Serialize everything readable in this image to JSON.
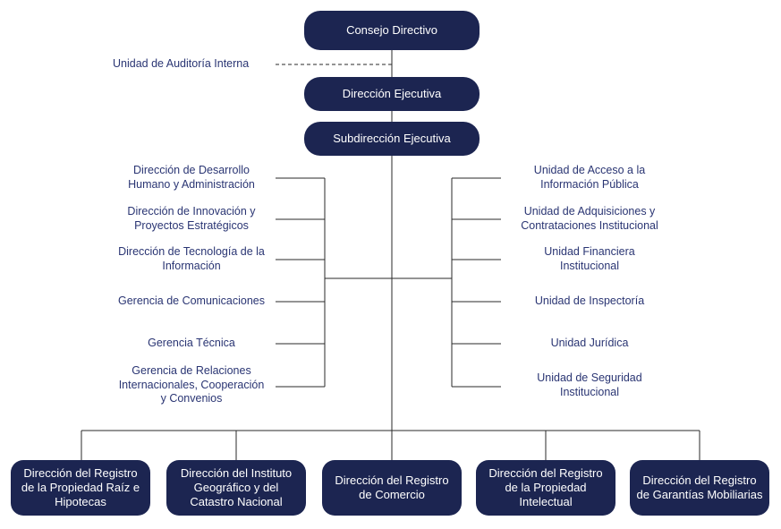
{
  "top": {
    "consejo": "Consejo Directivo",
    "auditoria": "Unidad de Auditoría Interna",
    "ejecutiva": "Dirección Ejecutiva",
    "subdireccion": "Subdirección Ejecutiva"
  },
  "left_units": [
    "Dirección de Desarrollo\nHumano y Administración",
    "Dirección de Innovación y\nProyectos Estratégicos",
    "Dirección de Tecnología de la\nInformación",
    "Gerencia de Comunicaciones",
    "Gerencia Técnica",
    "Gerencia de Relaciones\nInternacionales, Cooperación\ny Convenios"
  ],
  "right_units": [
    "Unidad de Acceso a la\nInformación Pública",
    "Unidad de Adquisiciones y\nContrataciones Institucional",
    "Unidad Financiera\nInstitucional",
    "Unidad de Inspectoría",
    "Unidad Jurídica",
    "Unidad de Seguridad\nInstitucional"
  ],
  "bottom_units": [
    "Dirección del Registro\nde la Propiedad Raíz e\nHipotecas",
    "Dirección del Instituto\nGeográfico y del\nCatastro Nacional",
    "Dirección del Registro\nde Comercio",
    "Dirección del Registro\nde la Propiedad\nIntelectual",
    "Dirección del Registro\nde Garantías Mobiliarias"
  ],
  "colors": {
    "box": "#1c2551",
    "text": "#2a3573",
    "line": "#2a2a2a"
  }
}
